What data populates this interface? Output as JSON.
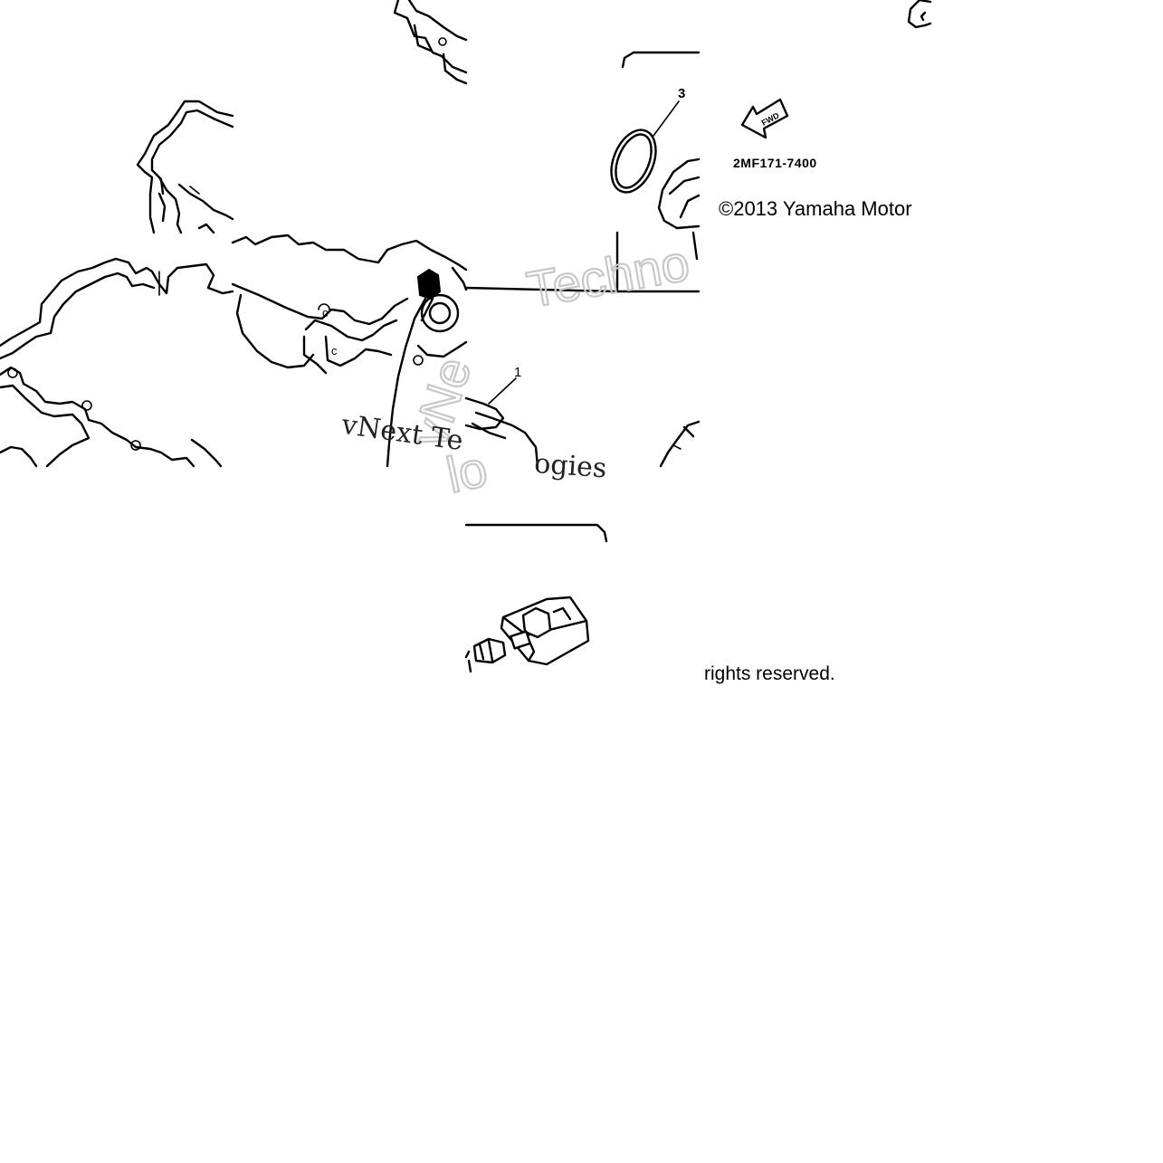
{
  "diagram": {
    "callouts": [
      "3",
      "1"
    ],
    "part_number": "2MF171-7400",
    "direction_arrow_label": "FWD",
    "copyright_text": "©2013 Yamaha Motor",
    "rights_text": "rights reserved.",
    "watermarks": {
      "serif": "vNext Te",
      "serif_tail": "ogies",
      "outline_top": "Techno",
      "outline_vertical": "vNe",
      "outline_bottom": "lo"
    }
  }
}
